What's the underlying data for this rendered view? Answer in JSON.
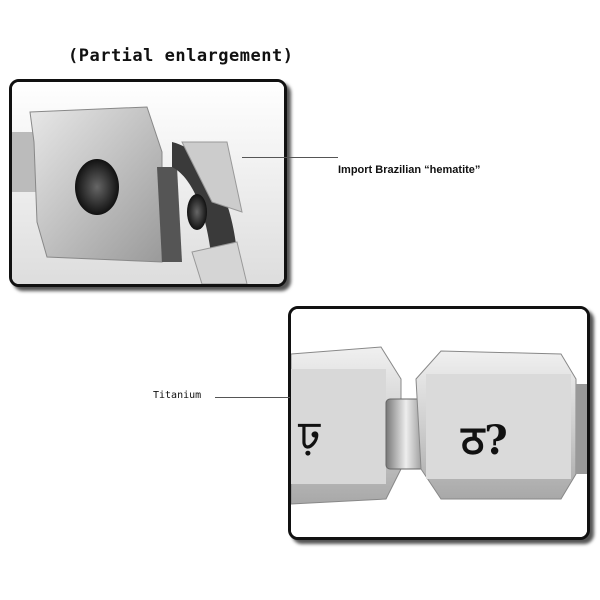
{
  "title": "(Partial enlargement)",
  "callouts": {
    "hematite": "Import Brazilian “hematite”",
    "titanium": "Titanium"
  },
  "colors": {
    "frame": "#111111",
    "steel": "#c8c8c8",
    "symbol": "#111111"
  }
}
